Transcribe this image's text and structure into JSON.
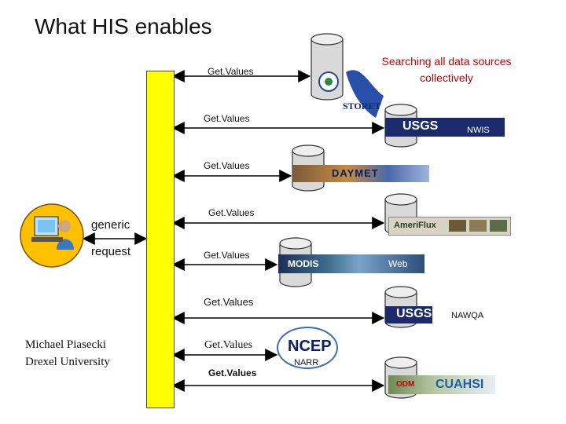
{
  "title": "What HIS enables",
  "search_note": "Searching all data sources collectively",
  "client": {
    "generic_label": "generic",
    "request_label": "request"
  },
  "author": {
    "name": "Michael Piasecki",
    "affiliation": "Drexel University"
  },
  "service_calls": [
    "Get.Values",
    "Get.Values",
    "Get.Values",
    "Get.Values",
    "Get.Values",
    "Get.Values",
    "Get.Values",
    "Get.Values"
  ],
  "sources": {
    "storet": "STORET",
    "usgs_1": "USGS",
    "nwis": "NWIS",
    "daymet": "DAYMET",
    "ameriflux": "AmeriFlux",
    "modis": "MODIS",
    "web": "Web",
    "usgs_2": "USGS",
    "nawqa": "NAWQA",
    "ncep": "NCEP",
    "narr": "NARR",
    "odm": "ODM",
    "cuahsi": "CUAHSI"
  },
  "colors": {
    "bus": "#ffff00",
    "note": "#c00000",
    "usgs_blue": "#1c2a6b"
  }
}
